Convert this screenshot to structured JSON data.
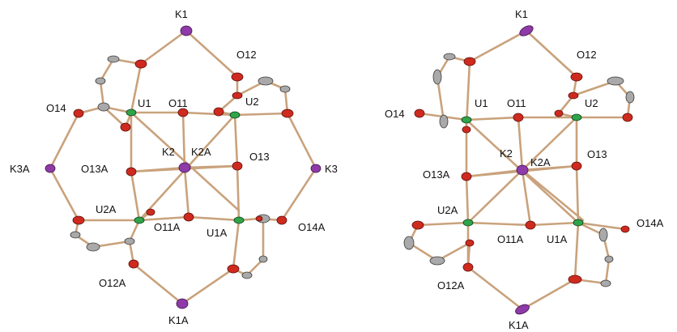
{
  "left_structure": {
    "labels": {
      "K1": "K1",
      "O12": "O12",
      "O14": "O14",
      "U1": "U1",
      "O11": "O11",
      "U2": "U2",
      "K2": "K2",
      "K2A": "K2A",
      "K3A": "K3A",
      "O13A": "O13A",
      "O13": "O13",
      "K3": "K3",
      "U2A": "U2A",
      "O11A": "O11A",
      "U1A": "U1A",
      "O14A": "O14A",
      "O12A": "O12A",
      "K1A": "K1A"
    }
  },
  "right_structure": {
    "labels": {
      "K1": "K1",
      "O12": "O12",
      "O14": "O14",
      "U1": "U1",
      "O11": "O11",
      "U2": "U2",
      "K2": "K2",
      "K2A": "K2A",
      "O13A": "O13A",
      "O13": "O13",
      "U2A": "U2A",
      "O11A": "O11A",
      "U1A": "U1A",
      "O14A": "O14A",
      "O12A": "O12A",
      "K1A": "K1A"
    }
  },
  "colors": {
    "potassium": "#8e3aa8",
    "oxygen": "#cf2a1f",
    "uranium": "#2fa44a",
    "carbon": "#a9a9a9",
    "bond": "#c9a27c"
  }
}
